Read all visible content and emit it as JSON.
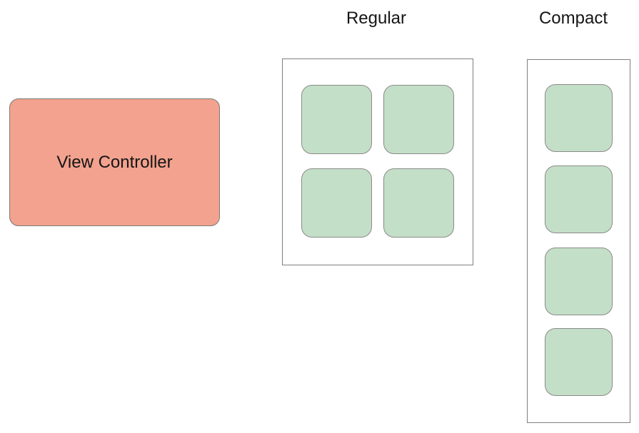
{
  "diagram": {
    "view_controller": {
      "label": "View Controller",
      "fill_color": "#f2a28e",
      "border_color": "#7a7a7a"
    },
    "size_classes": {
      "regular": {
        "label": "Regular",
        "layout": "2x2 grid",
        "tile_count": 4
      },
      "compact": {
        "label": "Compact",
        "layout": "4x1 column",
        "tile_count": 4
      }
    },
    "tile": {
      "fill_color": "#c4dfc7",
      "border_color": "#8a8a8a"
    },
    "container_border_color": "#7f7f7f",
    "background_color": "#ffffff",
    "text_color": "#161616"
  }
}
